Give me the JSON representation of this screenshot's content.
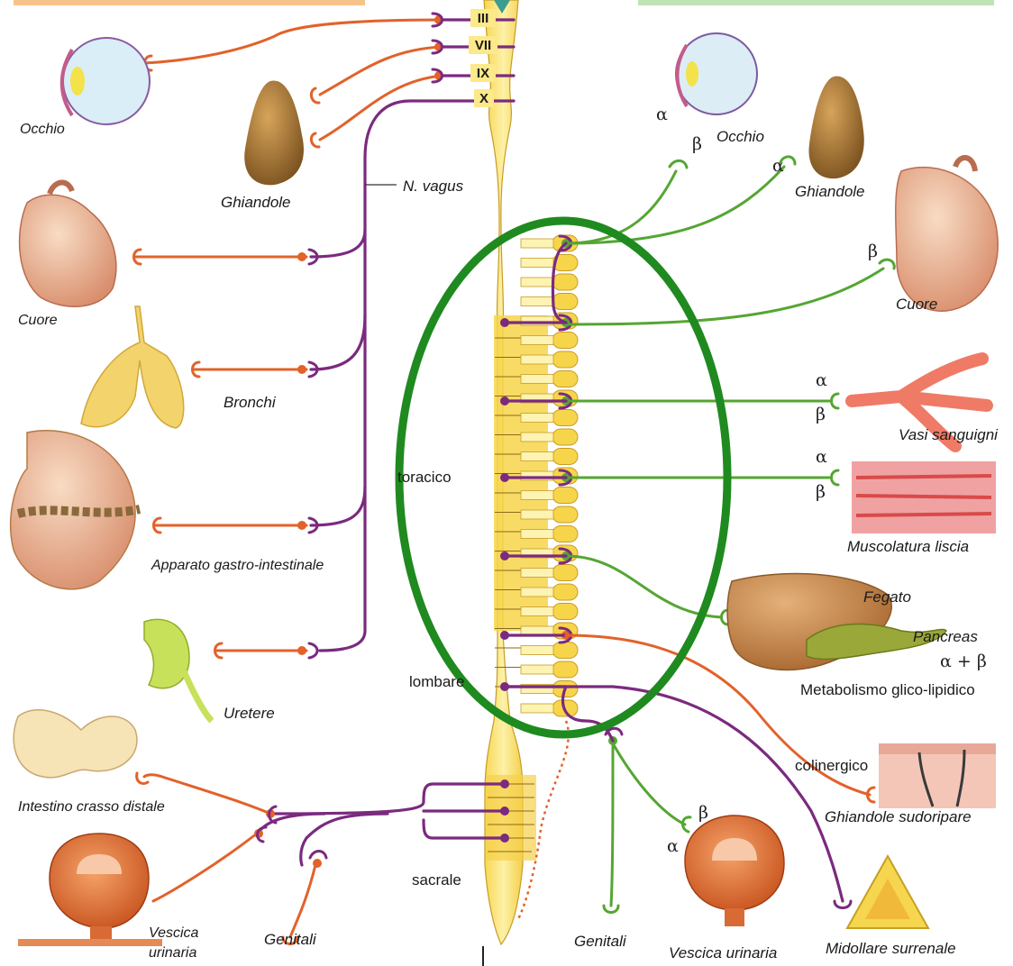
{
  "cranial_nerves": [
    "III",
    "VII",
    "IX",
    "X"
  ],
  "vagus_label": "N. vagus",
  "spinal_regions": {
    "thoracic": "toracico",
    "lumbar": "lombare",
    "sacral": "sacrale"
  },
  "parasympathetic_organs": {
    "eye": "Occhio",
    "glands": "Ghiandole",
    "heart": "Cuore",
    "bronchi": "Bronchi",
    "gi": "Apparato gastro-intestinale",
    "ureter": "Uretere",
    "colon": "Intestino crasso distale",
    "bladder_l1": "Vescica",
    "bladder_l2": "urinaria",
    "genitals": "Genitali"
  },
  "sympathetic_organs": {
    "eye": "Occhio",
    "glands": "Ghiandole",
    "heart": "Cuore",
    "vessels": "Vasi sanguigni",
    "smooth_muscle": "Muscolatura liscia",
    "liver": "Fegato",
    "pancreas": "Pancreas",
    "metabolism_receptors": "α + β",
    "metabolism": "Metabolismo glico-lipidico",
    "cholinergic": "colinergico",
    "sweat_glands": "Ghiandole sudoripare",
    "genitals": "Genitali",
    "bladder": "Vescica urinaria",
    "adrenal": "Midollare surrenale"
  },
  "receptors": {
    "alpha": "α",
    "beta": "β"
  },
  "colors": {
    "parasympathetic_preganglionic": "#7b2a7f",
    "parasympathetic_postganglionic": "#e2622a",
    "sympathetic_postganglionic": "#55a632",
    "spinal_cord": "#fbe98a",
    "highlight_ellipse": "#1f8a1f"
  }
}
